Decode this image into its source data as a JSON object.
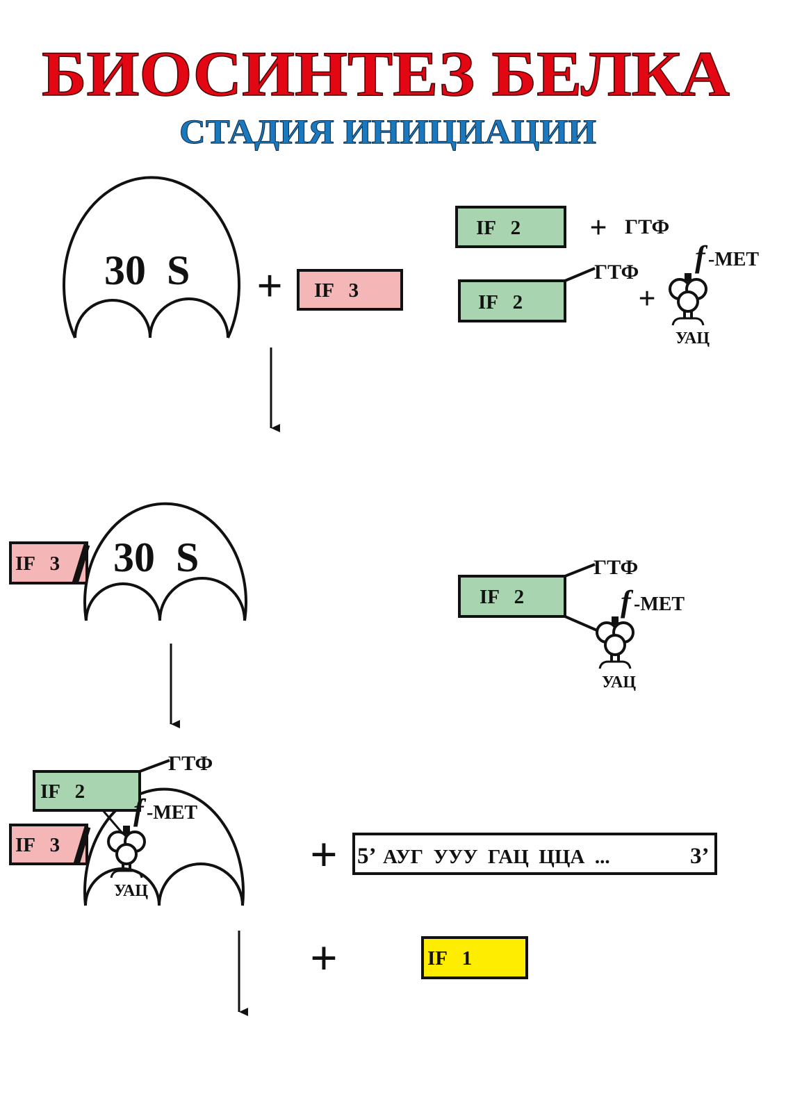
{
  "title": "БИОСИНТЕЗ БЕЛКА",
  "subtitle": "СТАДИЯ ИНИЦИАЦИИ",
  "colors": {
    "title": "#e30613",
    "subtitle": "#1a78bf",
    "if3_fill": "#f4b6b7",
    "if2_fill": "#a8d5b0",
    "if1_fill": "#ffed00",
    "prime_red": "#c8102e",
    "stroke": "#111111"
  },
  "labels": {
    "subunit": "30  S",
    "if1": "IF   1",
    "if2": "IF   2",
    "if3": "IF   3",
    "gtp": "ГТФ",
    "plus": "+",
    "f": "f",
    "met": "-МЕТ",
    "anticodon": "УАЦ"
  },
  "mrna": {
    "five_prime": "5’",
    "sequence": "АУГ  УУУ  ГАЦ  ЦЦА  ...",
    "three_prime": "3’"
  }
}
